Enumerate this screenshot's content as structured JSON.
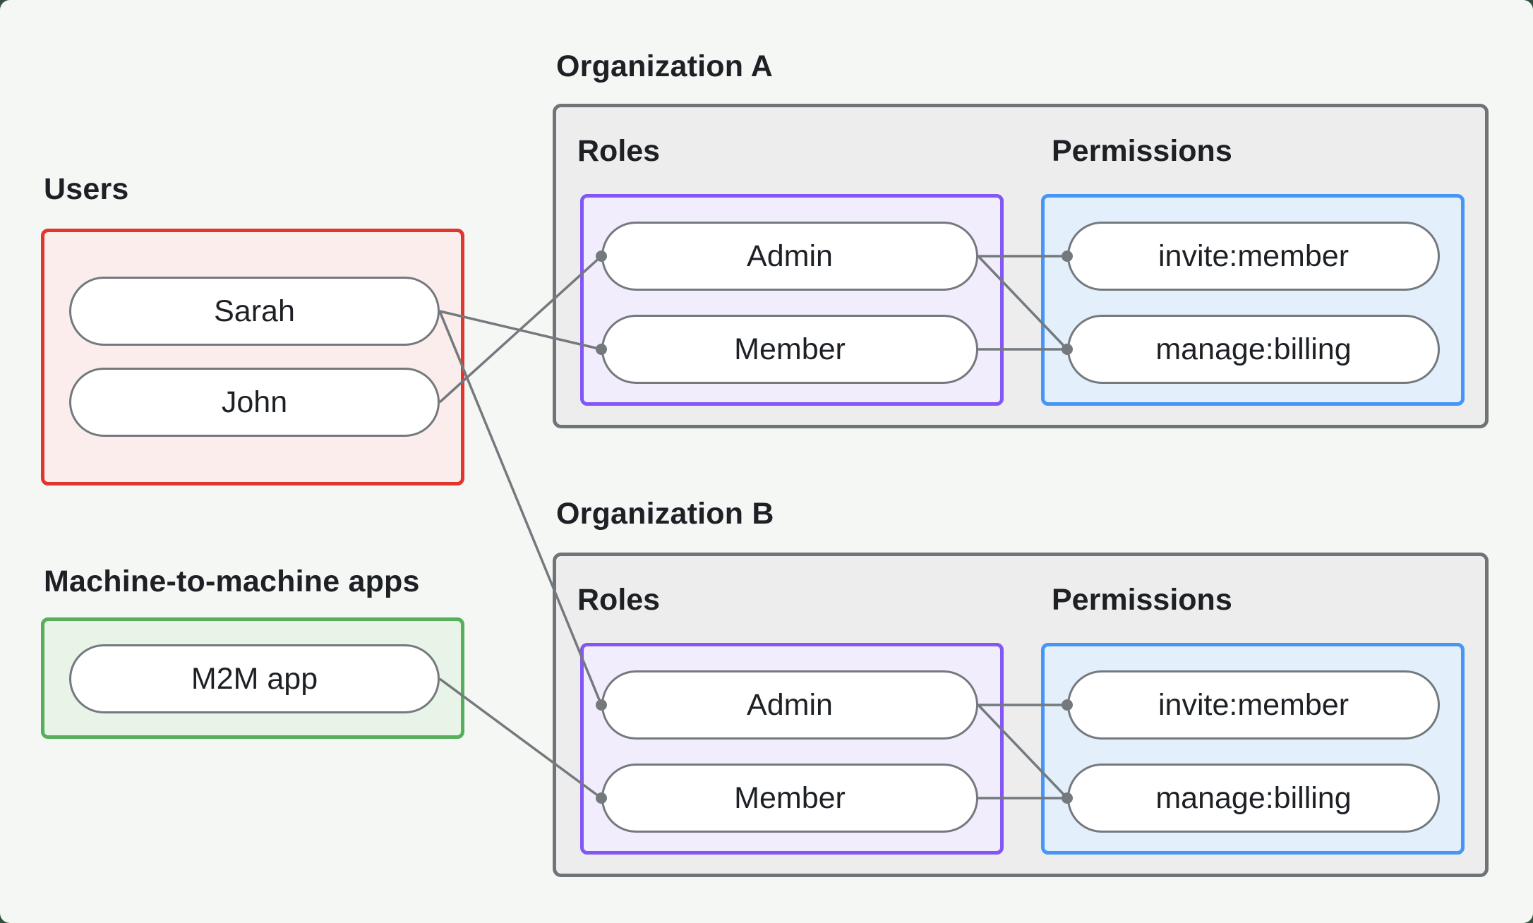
{
  "colors": {
    "page_behind": "#33503f",
    "canvas_bg": "#f4f7f4",
    "org_box_fill": "#ededee",
    "org_box_border": "#6e7478",
    "users_border": "#df372e",
    "users_fill": "#fbedeb",
    "m2m_border": "#57ae5b",
    "m2m_fill": "#e9f4e8",
    "roles_border": "#8257f6",
    "roles_fill": "#f2edfd",
    "permissions_border": "#4596f7",
    "permissions_fill": "#e3f0fc",
    "pill_border": "#74797e",
    "pill_fill": "#ffffff",
    "connector": "#74797e",
    "text": "#1d2125"
  },
  "users_section": {
    "title": "Users",
    "items": [
      {
        "id": "sarah",
        "label": "Sarah"
      },
      {
        "id": "john",
        "label": "John"
      }
    ]
  },
  "m2m_section": {
    "title": "Machine-to-machine apps",
    "items": [
      {
        "id": "m2m",
        "label": "M2M app"
      }
    ]
  },
  "organizations": [
    {
      "id": "orgA",
      "title": "Organization A",
      "roles_title": "Roles",
      "permissions_title": "Permissions",
      "roles": [
        {
          "id": "orgA.admin",
          "label": "Admin"
        },
        {
          "id": "orgA.member",
          "label": "Member"
        }
      ],
      "permissions": [
        {
          "id": "orgA.invite",
          "label": "invite:member"
        },
        {
          "id": "orgA.manage",
          "label": "manage:billing"
        }
      ]
    },
    {
      "id": "orgB",
      "title": "Organization B",
      "roles_title": "Roles",
      "permissions_title": "Permissions",
      "roles": [
        {
          "id": "orgB.admin",
          "label": "Admin"
        },
        {
          "id": "orgB.member",
          "label": "Member"
        }
      ],
      "permissions": [
        {
          "id": "orgB.invite",
          "label": "invite:member"
        },
        {
          "id": "orgB.manage",
          "label": "manage:billing"
        }
      ]
    }
  ],
  "connections": [
    {
      "from": "sarah",
      "to": "orgA.member"
    },
    {
      "from": "john",
      "to": "orgA.admin"
    },
    {
      "from": "sarah",
      "to": "orgB.admin"
    },
    {
      "from": "m2m",
      "to": "orgB.member"
    },
    {
      "from": "orgA.admin",
      "to": "orgA.invite"
    },
    {
      "from": "orgA.admin",
      "to": "orgA.manage"
    },
    {
      "from": "orgA.member",
      "to": "orgA.manage"
    },
    {
      "from": "orgB.admin",
      "to": "orgB.invite"
    },
    {
      "from": "orgB.admin",
      "to": "orgB.manage"
    },
    {
      "from": "orgB.member",
      "to": "orgB.manage"
    }
  ],
  "connector_style": {
    "line_width": 3.5,
    "dot_radius": 8
  }
}
